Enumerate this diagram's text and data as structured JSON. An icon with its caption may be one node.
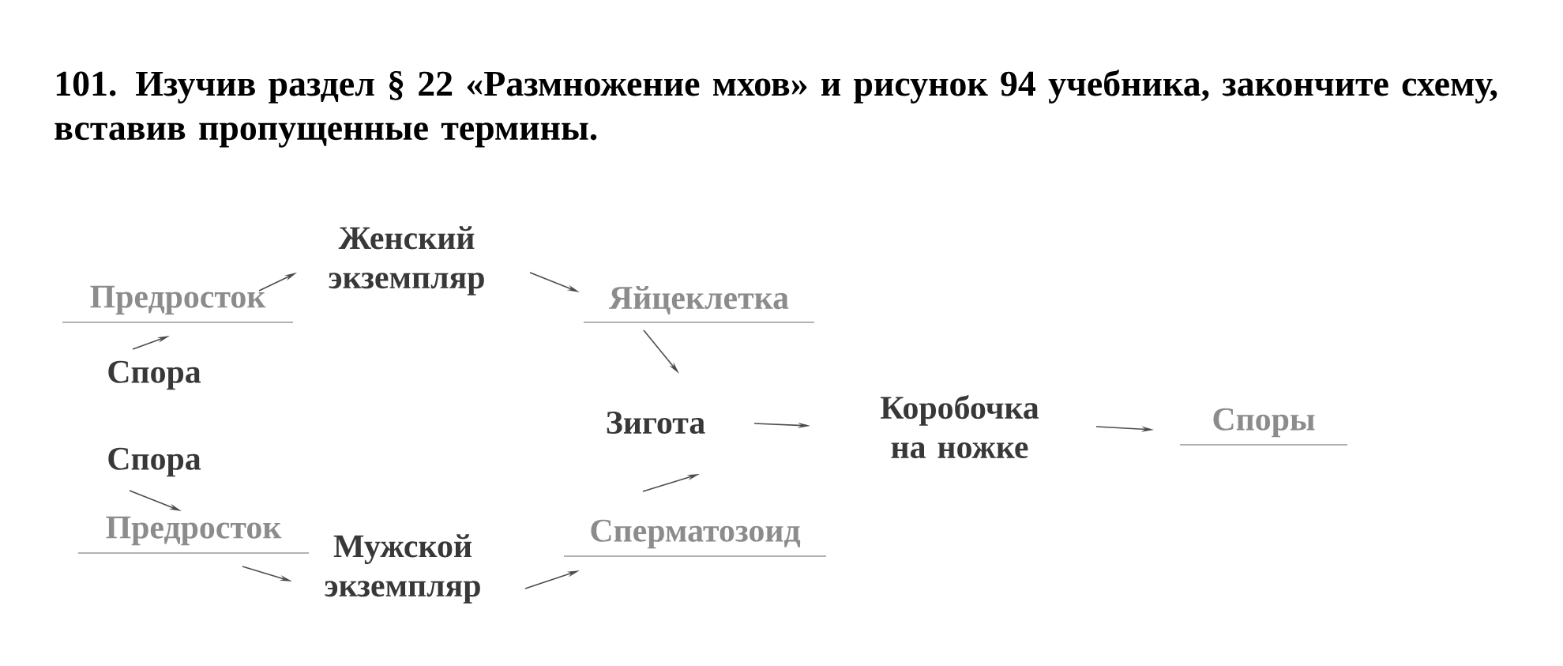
{
  "diagram": {
    "title": "101. Изучив раздел § 22 «Размножение мхов» и рисунок 94 учебника, закончите схему, вставив пропущенные термины.",
    "nodes": [
      {
        "text": [
          "Женский экземпляр"
        ]
      },
      {
        "text": [
          "Предросток"
        ]
      },
      {
        "text": [
          "Яйцеклетка"
        ]
      },
      {
        "text": [
          "Спора"
        ]
      },
      {
        "text": [
          "Зигота"
        ]
      },
      {
        "text": [
          "Коробочка на ножке"
        ]
      },
      {
        "text": [
          "Споры"
        ]
      },
      {
        "text": [
          "Спора"
        ]
      },
      {
        "text": [
          "Предросток"
        ]
      },
      {
        "text": [
          "Мужской экземпляр"
        ]
      },
      {
        "text": [
          "Сперматозоид"
        ]
      }
    ],
    "edges": [
      {
        "from": 3,
        "to": 1,
        "arrow": "to"
      },
      {
        "from": 1,
        "to": 0,
        "arrow": "to"
      },
      {
        "from": 0,
        "to": 2,
        "arrow": "to"
      },
      {
        "from": 2,
        "to": 4,
        "arrow": "to"
      },
      {
        "from": 7,
        "to": 8,
        "arrow": "to"
      },
      {
        "from": 8,
        "to": 9,
        "arrow": "to"
      },
      {
        "from": 9,
        "to": 10,
        "arrow": "to"
      },
      {
        "from": 10,
        "to": 4,
        "arrow": "to"
      },
      {
        "from": 4,
        "to": 5,
        "arrow": "to"
      },
      {
        "from": 5,
        "to": 6,
        "arrow": "to"
      }
    ]
  }
}
